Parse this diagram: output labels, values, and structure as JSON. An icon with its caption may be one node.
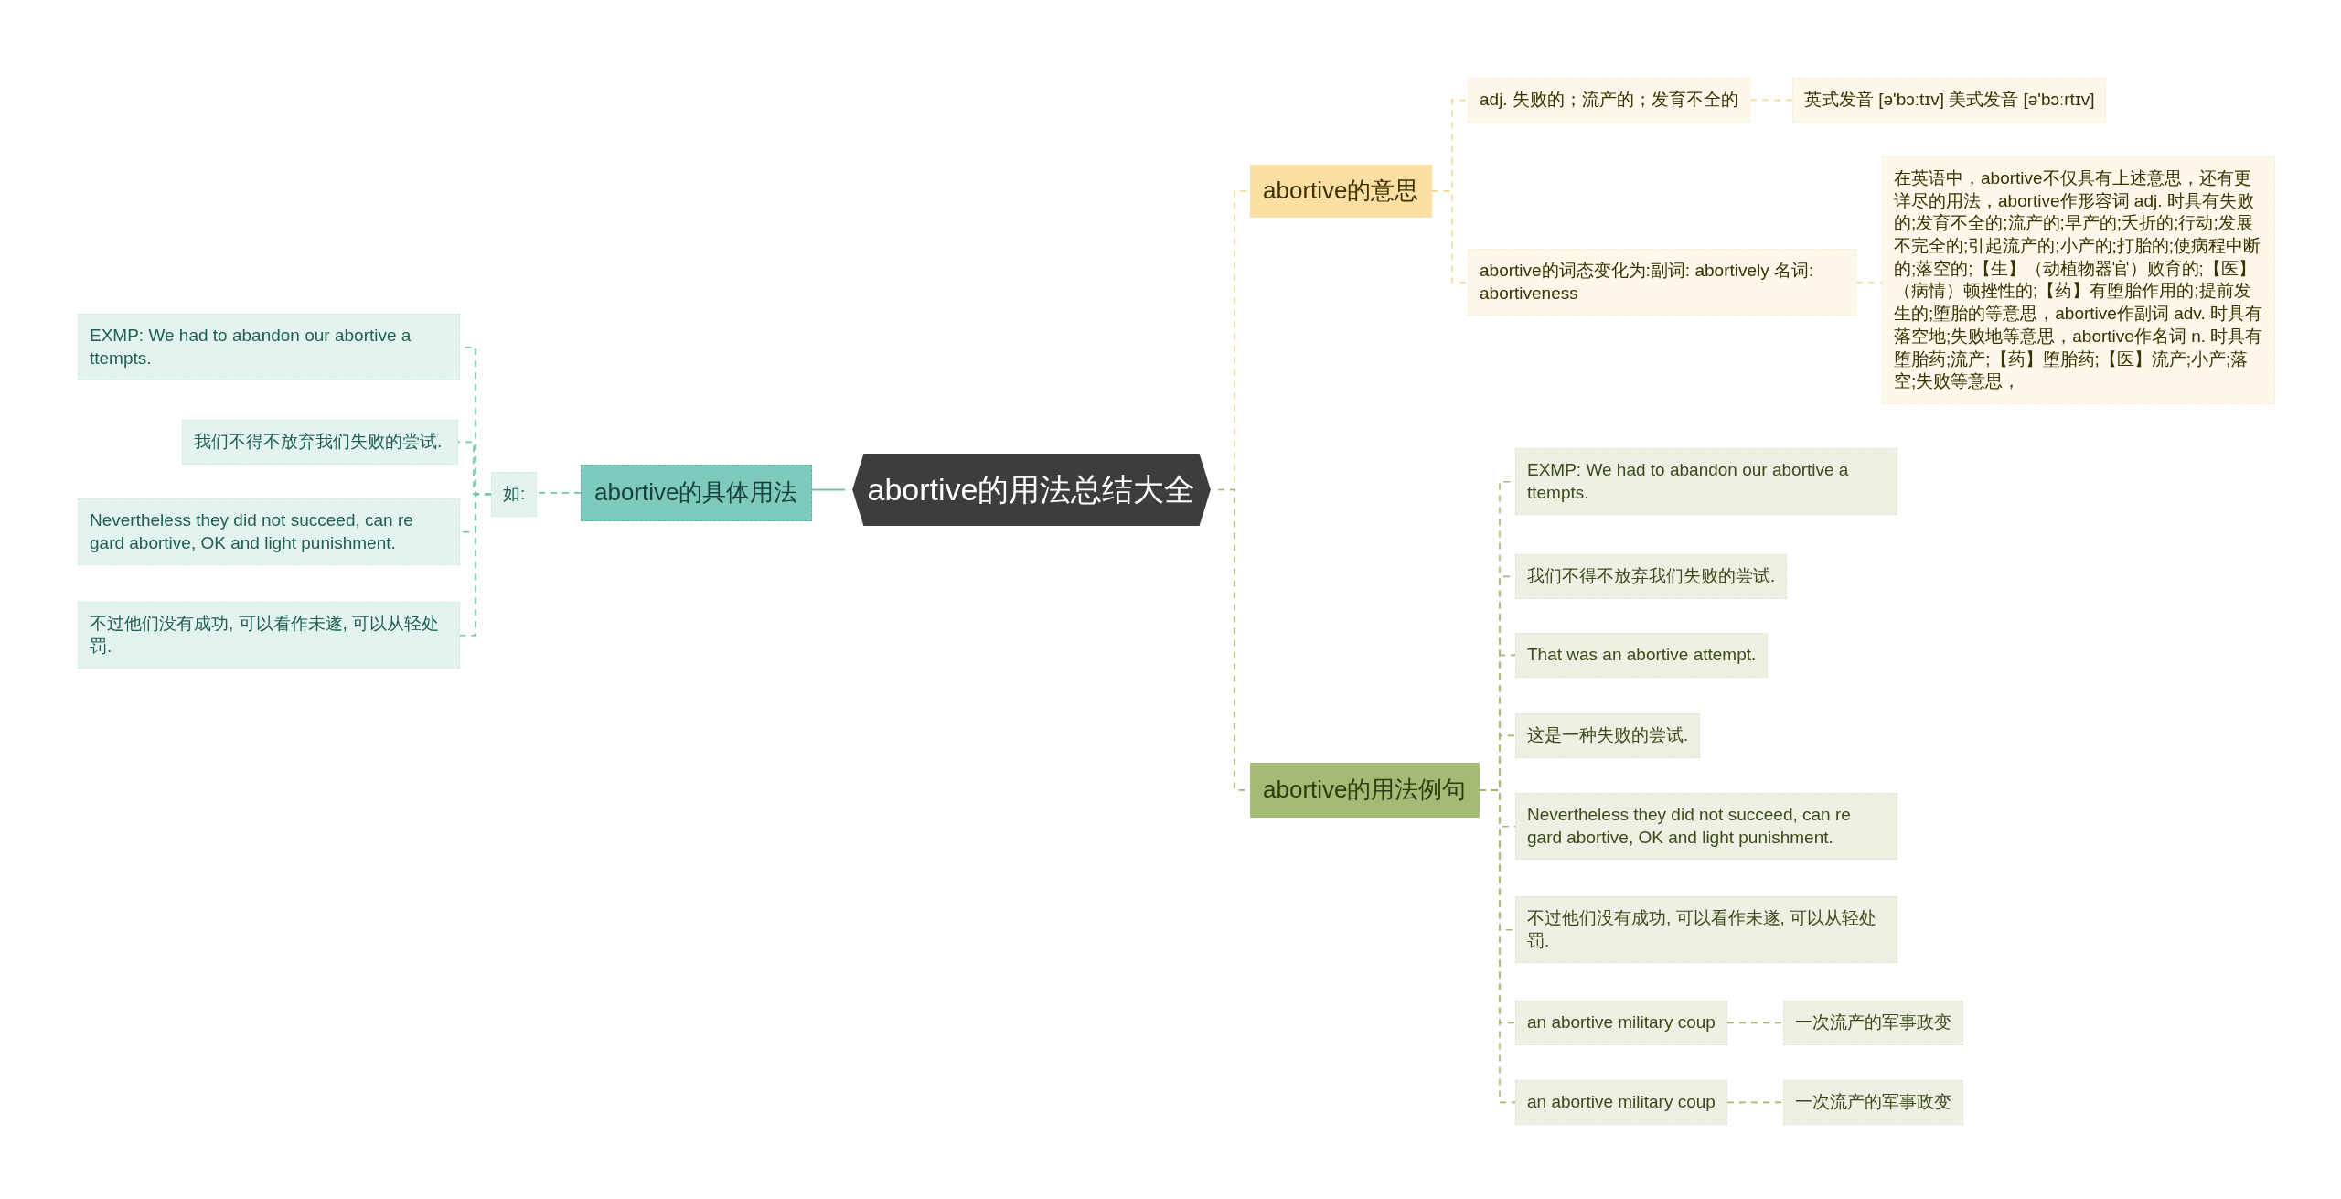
{
  "diagram": {
    "nodes": [
      {
        "text": [
          "abortive的用法总结大全"
        ]
      },
      {
        "text": [
          "abortive的意思"
        ]
      },
      {
        "text": [
          "adj. 失败的；流产的；发育不全的"
        ]
      },
      {
        "text": [
          "英式发音 [ə'bɔːtɪv] 美式发音 [ə'bɔːrtɪv]"
        ]
      },
      {
        "text": [
          "abortive的词态变化为:副词: abortively 名词: abortiveness"
        ]
      },
      {
        "text": [
          "在英语中，abortive不仅具有上述意思，还有更详尽的用法，abortive作形容词 adj. 时具有失败的;发育不全的;流产的;早产的;夭折的;行动;发展不完全的;引起流产的;小产的;打胎的;使病程中断的;落空的;【生】（动植物器官）败育的;【医】（病情）顿挫性的;【药】有堕胎作用的;提前发生的;堕胎的等意思，abortive作副词 adv. 时具有落空地;失败地等意思，abortive作名词 n. 时具有堕胎药;流产;【药】堕胎药;【医】流产;小产;落空;失败等意思，"
        ]
      },
      {
        "text": [
          "abortive的用法例句"
        ]
      },
      {
        "text": [
          "EXMP: We had to abandon our abortive a ttempts."
        ]
      },
      {
        "text": [
          "我们不得不放弃我们失败的尝试."
        ]
      },
      {
        "text": [
          "That was an abortive attempt."
        ]
      },
      {
        "text": [
          "这是一种失败的尝试."
        ]
      },
      {
        "text": [
          "Nevertheless they did not succeed, can re gard abortive, OK and light punishment."
        ]
      },
      {
        "text": [
          "不过他们没有成功, 可以看作未遂, 可以从轻处罚."
        ]
      },
      {
        "text": [
          "an abortive military coup"
        ]
      },
      {
        "text": [
          "一次流产的军事政变"
        ]
      },
      {
        "text": [
          "an abortive military coup"
        ]
      },
      {
        "text": [
          "一次流产的军事政变"
        ]
      },
      {
        "text": [
          "abortive的具体用法"
        ]
      },
      {
        "text": [
          "如:"
        ]
      },
      {
        "text": [
          "EXMP: We had to abandon our abortive a ttempts."
        ]
      },
      {
        "text": [
          "我们不得不放弃我们失败的尝试."
        ]
      },
      {
        "text": [
          "Nevertheless they did not succeed, can re gard abortive, OK and light punishment."
        ]
      },
      {
        "text": [
          "不过他们没有成功, 可以看作未遂, 可以从轻处罚."
        ]
      }
    ],
    "edges": [
      {
        "from": 0,
        "to": 1,
        "arrow": "none",
        "style": "dashed",
        "color": "#f2d79a"
      },
      {
        "from": 1,
        "to": 2,
        "arrow": "none",
        "style": "dashed",
        "color": "#f2d79a"
      },
      {
        "from": 2,
        "to": 3,
        "arrow": "none",
        "style": "dashed",
        "color": "#f2d79a"
      },
      {
        "from": 1,
        "to": 4,
        "arrow": "none",
        "style": "dashed",
        "color": "#f2d79a"
      },
      {
        "from": 4,
        "to": 5,
        "arrow": "none",
        "style": "dashed",
        "color": "#f2d79a"
      },
      {
        "from": 0,
        "to": 6,
        "arrow": "none",
        "style": "dashed"
      },
      {
        "from": 6,
        "to": 7,
        "arrow": "none",
        "style": "dashed"
      },
      {
        "from": 6,
        "to": 8,
        "arrow": "none",
        "style": "dashed"
      },
      {
        "from": 6,
        "to": 9,
        "arrow": "none",
        "style": "dashed"
      },
      {
        "from": 6,
        "to": 10,
        "arrow": "none",
        "style": "dashed"
      },
      {
        "from": 6,
        "to": 11,
        "arrow": "none",
        "style": "dashed"
      },
      {
        "from": 6,
        "to": 12,
        "arrow": "none",
        "style": "dashed"
      },
      {
        "from": 6,
        "to": 13,
        "arrow": "none",
        "style": "dashed"
      },
      {
        "from": 13,
        "to": 14,
        "arrow": "none",
        "style": "dashed"
      },
      {
        "from": 6,
        "to": 15,
        "arrow": "none",
        "style": "dashed"
      },
      {
        "from": 15,
        "to": 16,
        "arrow": "none",
        "style": "dashed"
      },
      {
        "from": 0,
        "to": 17,
        "arrow": "none",
        "color": "#6cc3b0"
      },
      {
        "from": 17,
        "to": 18,
        "arrow": "none",
        "style": "dashed",
        "color": "#6cc3b0"
      },
      {
        "from": 18,
        "to": 19,
        "arrow": "none",
        "style": "dashed",
        "color": "#6cc3b0"
      },
      {
        "from": 18,
        "to": 20,
        "arrow": "none",
        "style": "dashed",
        "color": "#6cc3b0"
      },
      {
        "from": 18,
        "to": 21,
        "arrow": "none",
        "style": "dashed",
        "color": "#6cc3b0"
      },
      {
        "from": 18,
        "to": 22,
        "arrow": "none",
        "style": "dashed",
        "color": "#6cc3b0"
      }
    ]
  }
}
